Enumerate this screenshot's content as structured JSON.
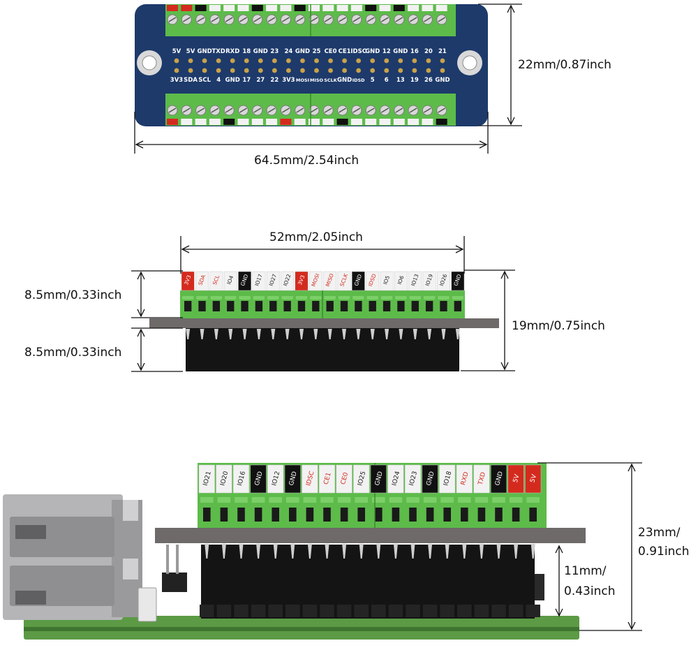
{
  "dimensions": {
    "top_height": "22mm/0.87inch",
    "top_width": "64.5mm/2.54inch",
    "side_width": "52mm/2.05inch",
    "side_upper": "8.5mm/0.33inch",
    "side_lower": "8.5mm/0.33inch",
    "side_total": "19mm/0.75inch",
    "mounted_total_line1": "23mm/",
    "mounted_total_line2": "0.91inch",
    "mounted_header_line1": "11mm/",
    "mounted_header_line2": "0.43inch"
  },
  "top_view": {
    "upper_row_labels": [
      "5V",
      "5V",
      "GND",
      "TXD",
      "RXD",
      "18",
      "GND",
      "23",
      "24",
      "GND",
      "25",
      "CE0",
      "CE1",
      "IDSC",
      "GND",
      "12",
      "GND",
      "16",
      "20",
      "21"
    ],
    "lower_row_labels": [
      "3V3",
      "SDA",
      "SCL",
      "4",
      "GND",
      "17",
      "27",
      "22",
      "3V3",
      "MOSI",
      "MISO",
      "SCLK",
      "GND",
      "IDSD",
      "5",
      "6",
      "13",
      "19",
      "26",
      "GND"
    ]
  },
  "side_view": {
    "labels": [
      "3V3",
      "SDA",
      "SCL",
      "IO4",
      "GND",
      "IO17",
      "IO27",
      "IO22",
      "3V3",
      "MOSI",
      "MISO",
      "SCLK",
      "GND",
      "IDSD",
      "IO5",
      "IO6",
      "IO13",
      "IO19",
      "IO26",
      "GND"
    ]
  },
  "mounted_view": {
    "labels": [
      "IO21",
      "IO20",
      "IO16",
      "GND",
      "IO12",
      "GND",
      "IDSC",
      "CE1",
      "CE0",
      "IO25",
      "GND",
      "IO24",
      "IO23",
      "GND",
      "IO18",
      "RXD",
      "TXD",
      "GND",
      "5V",
      "5V"
    ]
  },
  "colors": {
    "board_blue": "#1d3a6b",
    "terminal_green": "#5dbb4a",
    "label_red": "#d42a1e",
    "label_black": "#111111",
    "label_white": "#f2f2f2",
    "header_black": "#141414",
    "pcb_green": "#5c9a45"
  }
}
